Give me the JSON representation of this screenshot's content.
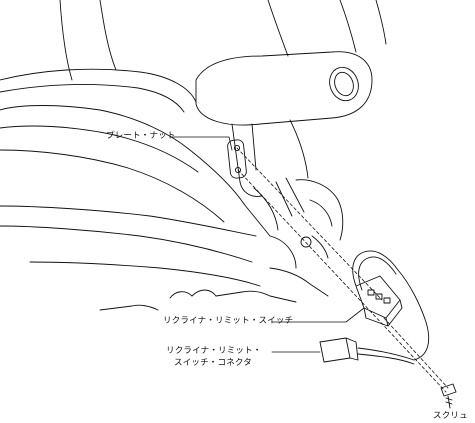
{
  "labels": {
    "plate_nut": "プレート・ナット",
    "recliner_limit_switch": "リクライナ・リミット・スイッチ",
    "connector_line1": "リクライナ・リミット・",
    "connector_line2": "スイッチ・コネクタ",
    "screw": "スクリュ"
  }
}
